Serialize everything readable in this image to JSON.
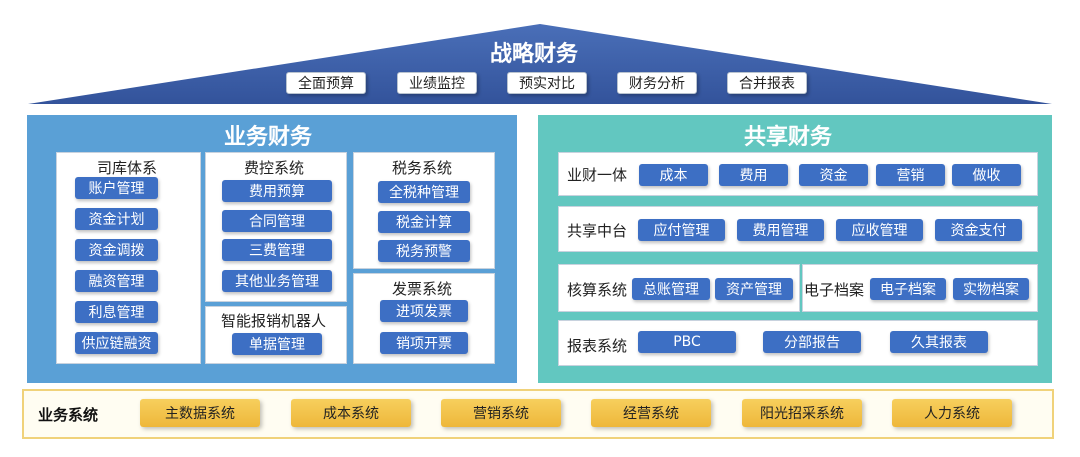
{
  "strategy": {
    "title": "战略财务",
    "items": [
      "全面预算",
      "业绩监控",
      "预实对比",
      "财务分析",
      "合并报表"
    ]
  },
  "business_finance": {
    "title": "业务财务",
    "treasury": {
      "title": "司库体系",
      "items": [
        "账户管理",
        "资金计划",
        "资金调拨",
        "融资管理",
        "利息管理",
        "供应链融资"
      ]
    },
    "expense": {
      "title": "费控系统",
      "items": [
        "费用预算",
        "合同管理",
        "三费管理",
        "其他业务管理"
      ]
    },
    "tax": {
      "title": "税务系统",
      "items": [
        "全税种管理",
        "税金计算",
        "税务预警"
      ]
    },
    "invoice": {
      "title": "发票系统",
      "items": [
        "进项发票",
        "销项开票"
      ]
    },
    "robot": {
      "title": "智能报销机器人",
      "items": [
        "单据管理"
      ]
    }
  },
  "shared_finance": {
    "title": "共享财务",
    "rows": {
      "integration": {
        "title": "业财一体",
        "items": [
          "成本",
          "费用",
          "资金",
          "营销",
          "做收"
        ]
      },
      "middle": {
        "title": "共享中台",
        "items": [
          "应付管理",
          "费用管理",
          "应收管理",
          "资金支付"
        ]
      },
      "accounting": {
        "title": "核算系统",
        "items": [
          "总账管理",
          "资产管理"
        ]
      },
      "archive": {
        "title": "电子档案",
        "items": [
          "电子档案",
          "实物档案"
        ]
      },
      "report": {
        "title": "报表系统",
        "items": [
          "PBC",
          "分部报告",
          "久其报表"
        ]
      }
    }
  },
  "business_systems": {
    "title": "业务系统",
    "items": [
      "主数据系统",
      "成本系统",
      "营销系统",
      "经营系统",
      "阳光招采系统",
      "人力系统"
    ]
  },
  "colors": {
    "roof": "#3a5ea8",
    "business_panel": "#5aa0d6",
    "shared_panel": "#62c7c0",
    "chip_blue": "#3d6fc4",
    "chip_gold": "#f2c44b"
  }
}
